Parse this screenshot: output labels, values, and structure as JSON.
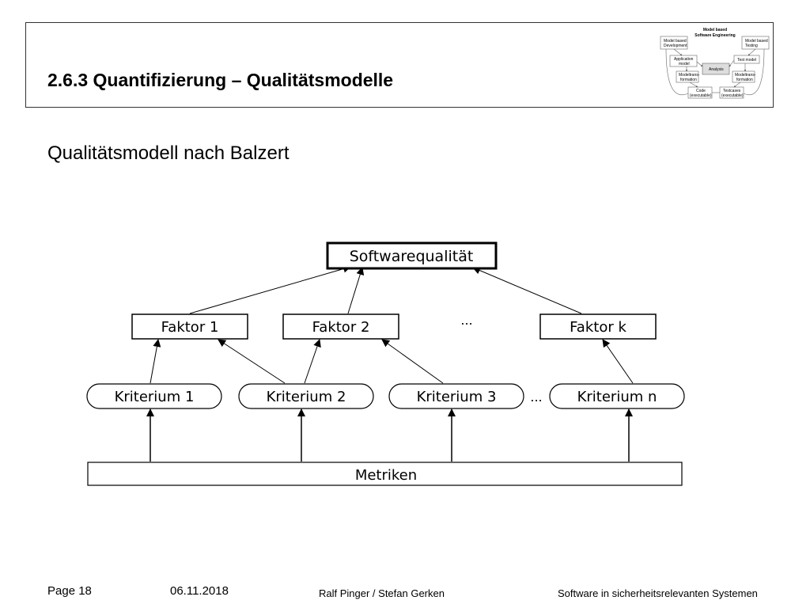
{
  "header": {
    "title": "2.6.3 Quantifizierung – Qualitätsmodelle",
    "thumbnail": {
      "title_line1": "Model based",
      "title_line2": "Software Engineering",
      "dev_line1": "Model based",
      "dev_line2": "Development",
      "test_line1": "Model based",
      "test_line2": "Testing",
      "app_line1": "Application",
      "app_line2": "model",
      "test_model": "Test model",
      "analysis": "Analysis",
      "mt_left_line1": "Modeltrans-",
      "mt_left_line2": "formation",
      "mt_right_line1": "Modeltrans-",
      "mt_right_line2": "formation",
      "code_line1": "Code",
      "code_line2": "(executable)",
      "tc_line1": "Testcases",
      "tc_line2": "(executable)"
    }
  },
  "subtitle": "Qualitätsmodell nach Balzert",
  "diagram": {
    "top": "Softwarequalität",
    "factors": [
      "Faktor 1",
      "Faktor 2",
      "Faktor k"
    ],
    "factor_ellipsis": "...",
    "criteria": [
      "Kriterium 1",
      "Kriterium 2",
      "Kriterium 3",
      "Kriterium n"
    ],
    "criteria_ellipsis": "...",
    "base": "Metriken"
  },
  "footer": {
    "page": "Page 18",
    "date": "06.11.2018",
    "authors": "Ralf Pinger / Stefan Gerken",
    "course": "Software in sicherheitsrelevanten Systemen"
  }
}
